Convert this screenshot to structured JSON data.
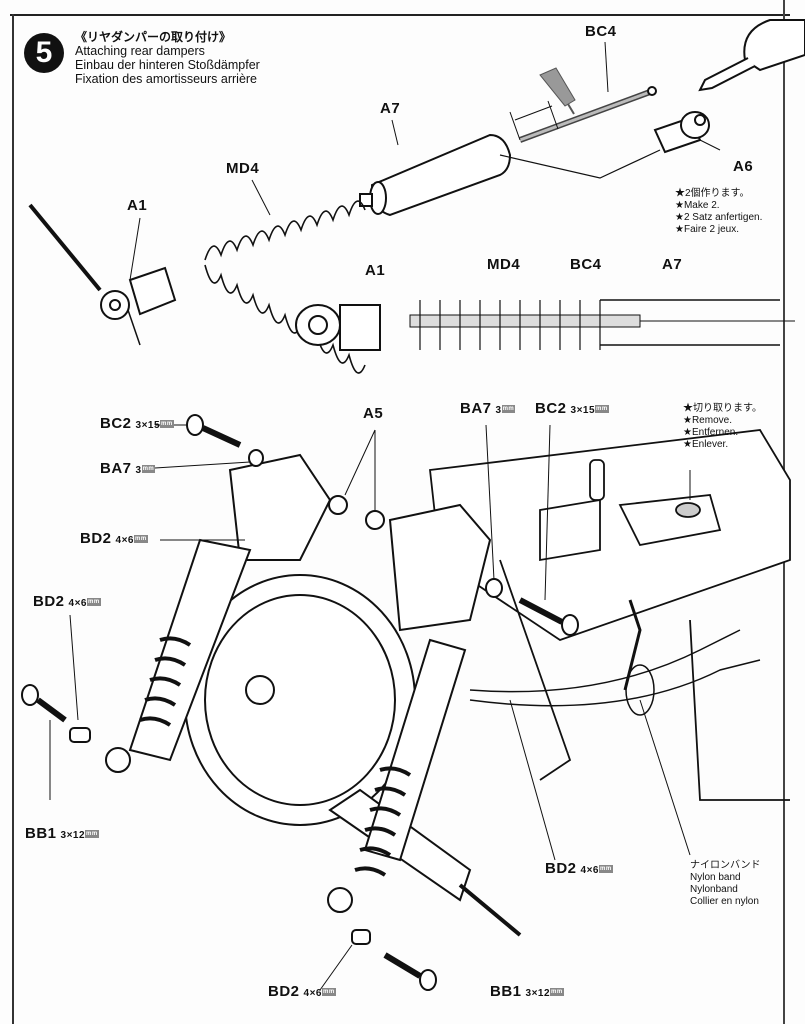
{
  "step": {
    "number": "5",
    "title_jp": "《リヤダンパーの取り付け》",
    "title_en": "Attaching rear dampers",
    "title_de": "Einbau der hinteren Stoßdämpfer",
    "title_fr": "Fixation des amortisseurs arrière"
  },
  "upper_labels": {
    "bc4_top": "BC4",
    "a7_top": "A7",
    "md4_top": "MD4",
    "a1_top": "A1",
    "a6": "A6",
    "a1_detail": "A1",
    "md4_detail": "MD4",
    "bc4_detail": "BC4",
    "a7_detail": "A7"
  },
  "make_note": {
    "jp": "★2個作ります。",
    "en": "★Make 2.",
    "de": "★2 Satz anfertigen.",
    "fr": "★Faire 2 jeux."
  },
  "remove_note": {
    "jp": "★切り取ります。",
    "en": "★Remove.",
    "de": "★Entfernen.",
    "fr": "★Enlever."
  },
  "nylon_note": {
    "jp": "ナイロンバンド",
    "en": "Nylon band",
    "de": "Nylonband",
    "fr": "Collier en nylon"
  },
  "parts": {
    "bc2_left": {
      "name": "BC2",
      "size": "3×15",
      "unit": "mm"
    },
    "ba7_left": {
      "name": "BA7",
      "size": "3",
      "unit": "mm"
    },
    "a5": {
      "name": "A5"
    },
    "ba7_right": {
      "name": "BA7",
      "size": "3",
      "unit": "mm"
    },
    "bc2_right": {
      "name": "BC2",
      "size": "3×15",
      "unit": "mm"
    },
    "bd2_upper": {
      "name": "BD2",
      "size": "4×6",
      "unit": "mm"
    },
    "bd2_left": {
      "name": "BD2",
      "size": "4×6",
      "unit": "mm"
    },
    "bb1_left": {
      "name": "BB1",
      "size": "3×12",
      "unit": "mm"
    },
    "bd2_center": {
      "name": "BD2",
      "size": "4×6",
      "unit": "mm"
    },
    "bd2_bottom": {
      "name": "BD2",
      "size": "4×6",
      "unit": "mm"
    },
    "bb1_bottom": {
      "name": "BB1",
      "size": "3×12",
      "unit": "mm"
    }
  }
}
